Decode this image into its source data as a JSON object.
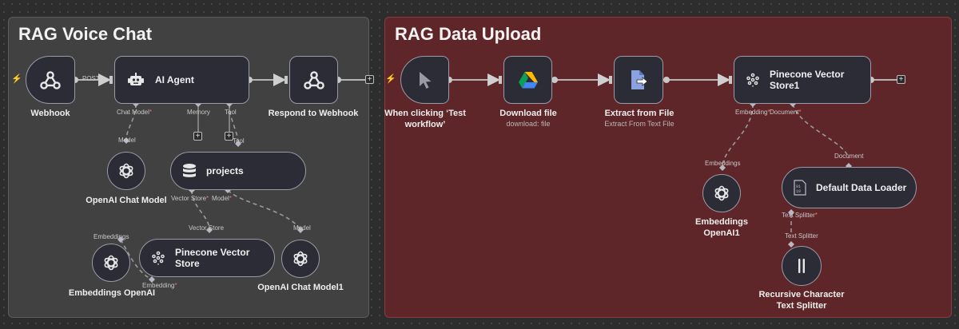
{
  "groups": {
    "voice_chat": {
      "title": "RAG Voice Chat"
    },
    "data_upload": {
      "title": "RAG Data Upload"
    }
  },
  "nodes": {
    "webhook": {
      "label": "Webhook",
      "icon": "webhook-icon"
    },
    "ai_agent": {
      "label": "AI Agent",
      "icon": "robot-icon"
    },
    "respond": {
      "label": "Respond to Webhook",
      "icon": "webhook-icon"
    },
    "openai_chat": {
      "label": "OpenAI Chat Model",
      "icon": "openai-icon"
    },
    "projects": {
      "label": "projects",
      "icon": "database-icon"
    },
    "embeddings_openai": {
      "label": "Embeddings OpenAI",
      "icon": "openai-icon"
    },
    "pinecone_store": {
      "label": "Pinecone Vector Store",
      "icon": "pinecone-icon"
    },
    "openai_chat1": {
      "label": "OpenAI Chat Model1",
      "icon": "openai-icon"
    },
    "manual_trigger": {
      "label_line1": "When clicking ‘Test",
      "label_line2": "workflow’",
      "icon": "cursor-icon"
    },
    "download_file": {
      "label": "Download file",
      "sublabel": "download: file",
      "icon": "google-drive-icon"
    },
    "extract": {
      "label": "Extract from File",
      "sublabel": "Extract From Text File",
      "icon": "extract-file-icon"
    },
    "pinecone_store1": {
      "label": "Pinecone Vector Store1",
      "icon": "pinecone-icon"
    },
    "embeddings_openai1": {
      "label_line1": "Embeddings",
      "label_line2": "OpenAI1",
      "icon": "openai-icon"
    },
    "data_loader": {
      "label": "Default Data Loader",
      "icon": "binary-file-icon"
    },
    "splitter": {
      "label_line1": "Recursive Character",
      "label_line2": "Text Splitter",
      "icon": "text-splitter-icon"
    }
  },
  "port_labels": {
    "post": "POST",
    "chat_model": "Chat Model",
    "memory": "Memory",
    "tool": "Tool",
    "model_in": "Model",
    "tool_in": "Tool",
    "vector_store": "Vector Store",
    "model": "Model",
    "vector_store_in": "Vector Store",
    "model_in2": "Model",
    "embeddings_in": "Embeddings",
    "embedding": "Embedding",
    "embedding2": "Embedding",
    "document": "Document",
    "embeddings_in2": "Embeddings",
    "document_in": "Document",
    "text_splitter": "Text Splitter",
    "text_splitter_in": "Text Splitter",
    "required_mark": "*"
  },
  "colors": {
    "group1_bg": "#414141",
    "group2_bg": "#5f2629",
    "node_bg": "#2c2c36",
    "node_border": "#9a9aa6",
    "trigger_bolt": "#ff6d5a",
    "required": "#ff6d6d",
    "connection": "#a6a6a6"
  }
}
